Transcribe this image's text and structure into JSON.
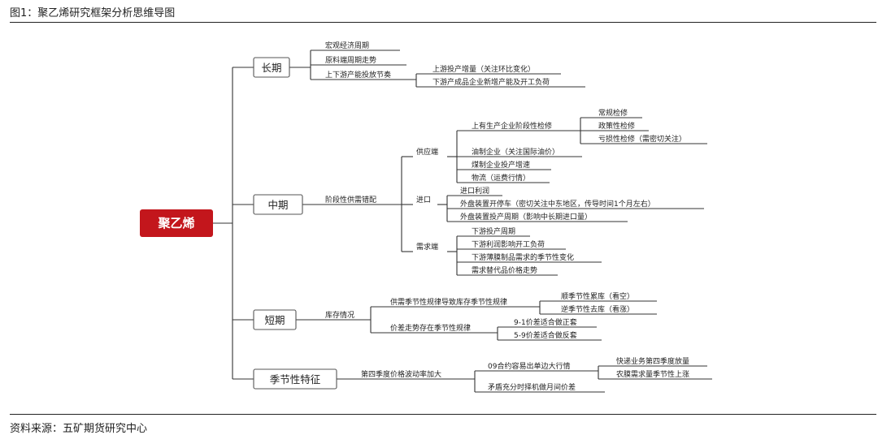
{
  "figure": {
    "title": "图1：聚乙烯研究框架分析思维导图",
    "source": "资料来源：五矿期货研究中心"
  },
  "colors": {
    "root_fill": "#c3161c",
    "branch_border": "#555555",
    "line": "#333333"
  },
  "mind_map": {
    "root": "聚乙烯",
    "branches": {
      "long": {
        "label": "长期",
        "items": [
          "宏观经济周期",
          "原料端周期走势",
          "上下游产能投放节奏"
        ],
        "capacity": [
          "上游投产增量（关注环比变化）",
          "下游产成品企业新增产能及开工负荷"
        ]
      },
      "mid": {
        "label": "中期",
        "connector": "阶段性供需错配",
        "supply": {
          "label": "供应端",
          "items": [
            "上有生产企业阶段性检修",
            "油制企业（关注国际油价）",
            "煤制企业投产增速",
            "物流（运费行情）"
          ],
          "maintenance": [
            "常规检修",
            "政策性检修",
            "亏损性检修（需密切关注）"
          ]
        },
        "import": {
          "label": "进口",
          "items": [
            "进口利润",
            "外盘装置开停车（密切关注中东地区，传导时间1个月左右）",
            "外盘装置投产周期（影响中长期进口量）"
          ]
        },
        "demand": {
          "label": "需求端",
          "items": [
            "下游投产周期",
            "下游利润影响开工负荷",
            "下游薄膜制品需求的季节性变化",
            "需求替代品价格走势"
          ]
        }
      },
      "short": {
        "label": "短期",
        "connector": "库存情况",
        "inventory": {
          "label": "供需季节性规律导致库存季节性规律",
          "items": [
            "顺季节性累库（看空）",
            "逆季节性去库（看涨）"
          ]
        },
        "spread": {
          "label": "价差走势存在季节性规律",
          "items": [
            "9-1价差适合做正套",
            "5-9价差适合做反套"
          ]
        }
      },
      "seasonal": {
        "label": "季节性特征",
        "connector": "第四季度价格波动率加大",
        "contract": {
          "label": "09合约容易出单边大行情",
          "items": [
            "快递业务第四季度放量",
            "农膜需求量季节性上涨"
          ]
        },
        "arbitrage": "矛盾充分时择机做月间价差"
      }
    }
  }
}
